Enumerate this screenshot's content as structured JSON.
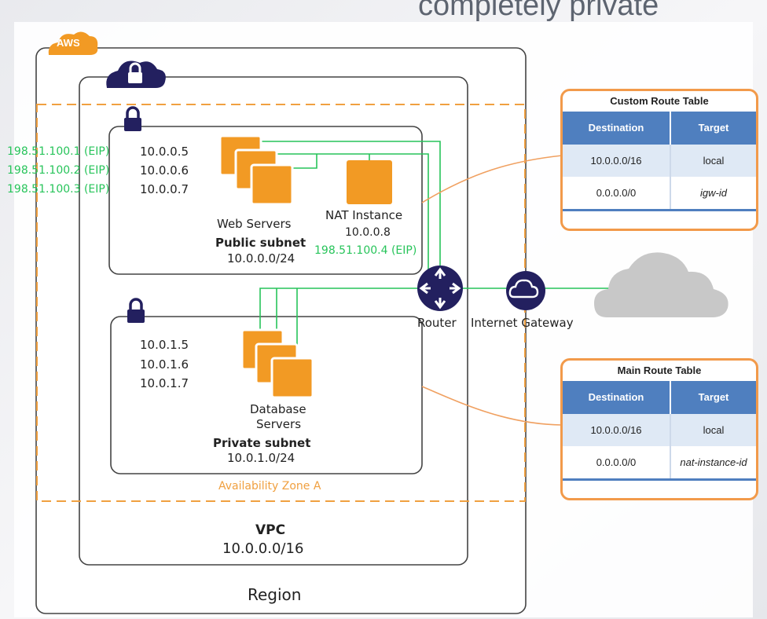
{
  "header": {
    "title_fragment": "completely private"
  },
  "aws_badge": "AWS",
  "region": {
    "label": "Region"
  },
  "vpc": {
    "label": "VPC",
    "cidr": "10.0.0.0/16"
  },
  "availability_zone": {
    "label": "Availability Zone A"
  },
  "public_subnet": {
    "label": "Public subnet",
    "cidr": "10.0.0.0/24",
    "eips": [
      "198.51.100.1 (EIP)",
      "198.51.100.2 (EIP)",
      "198.51.100.3 (EIP)"
    ],
    "private_ips": [
      "10.0.0.5",
      "10.0.0.6",
      "10.0.0.7"
    ],
    "web_servers_label": "Web Servers",
    "nat": {
      "label": "NAT Instance",
      "ip": "10.0.0.8",
      "eip": "198.51.100.4 (EIP)"
    }
  },
  "private_subnet": {
    "label": "Private subnet",
    "cidr": "10.0.1.0/24",
    "private_ips": [
      "10.0.1.5",
      "10.0.1.6",
      "10.0.1.7"
    ],
    "db_label_line1": "Database",
    "db_label_line2": "Servers"
  },
  "router": {
    "label": "Router"
  },
  "internet_gateway": {
    "label": "Internet Gateway"
  },
  "custom_route_table": {
    "title": "Custom Route Table",
    "headers": [
      "Destination",
      "Target"
    ],
    "rows": [
      {
        "destination": "10.0.0.0/16",
        "target": "local"
      },
      {
        "destination": "0.0.0.0/0",
        "target": "igw-id"
      }
    ]
  },
  "main_route_table": {
    "title": "Main Route Table",
    "headers": [
      "Destination",
      "Target"
    ],
    "rows": [
      {
        "destination": "10.0.0.0/16",
        "target": "local"
      },
      {
        "destination": "0.0.0.0/0",
        "target": "nat-instance-id"
      }
    ]
  },
  "colors": {
    "aws_orange": "#f29a24",
    "server_orange": "#f29a24",
    "vpc_navy": "#23205f",
    "link_green": "#27c45a",
    "route_table_border": "#f29a4a",
    "table_header_blue": "#4f7fbf",
    "cloud_gray": "#c8c8c8"
  }
}
